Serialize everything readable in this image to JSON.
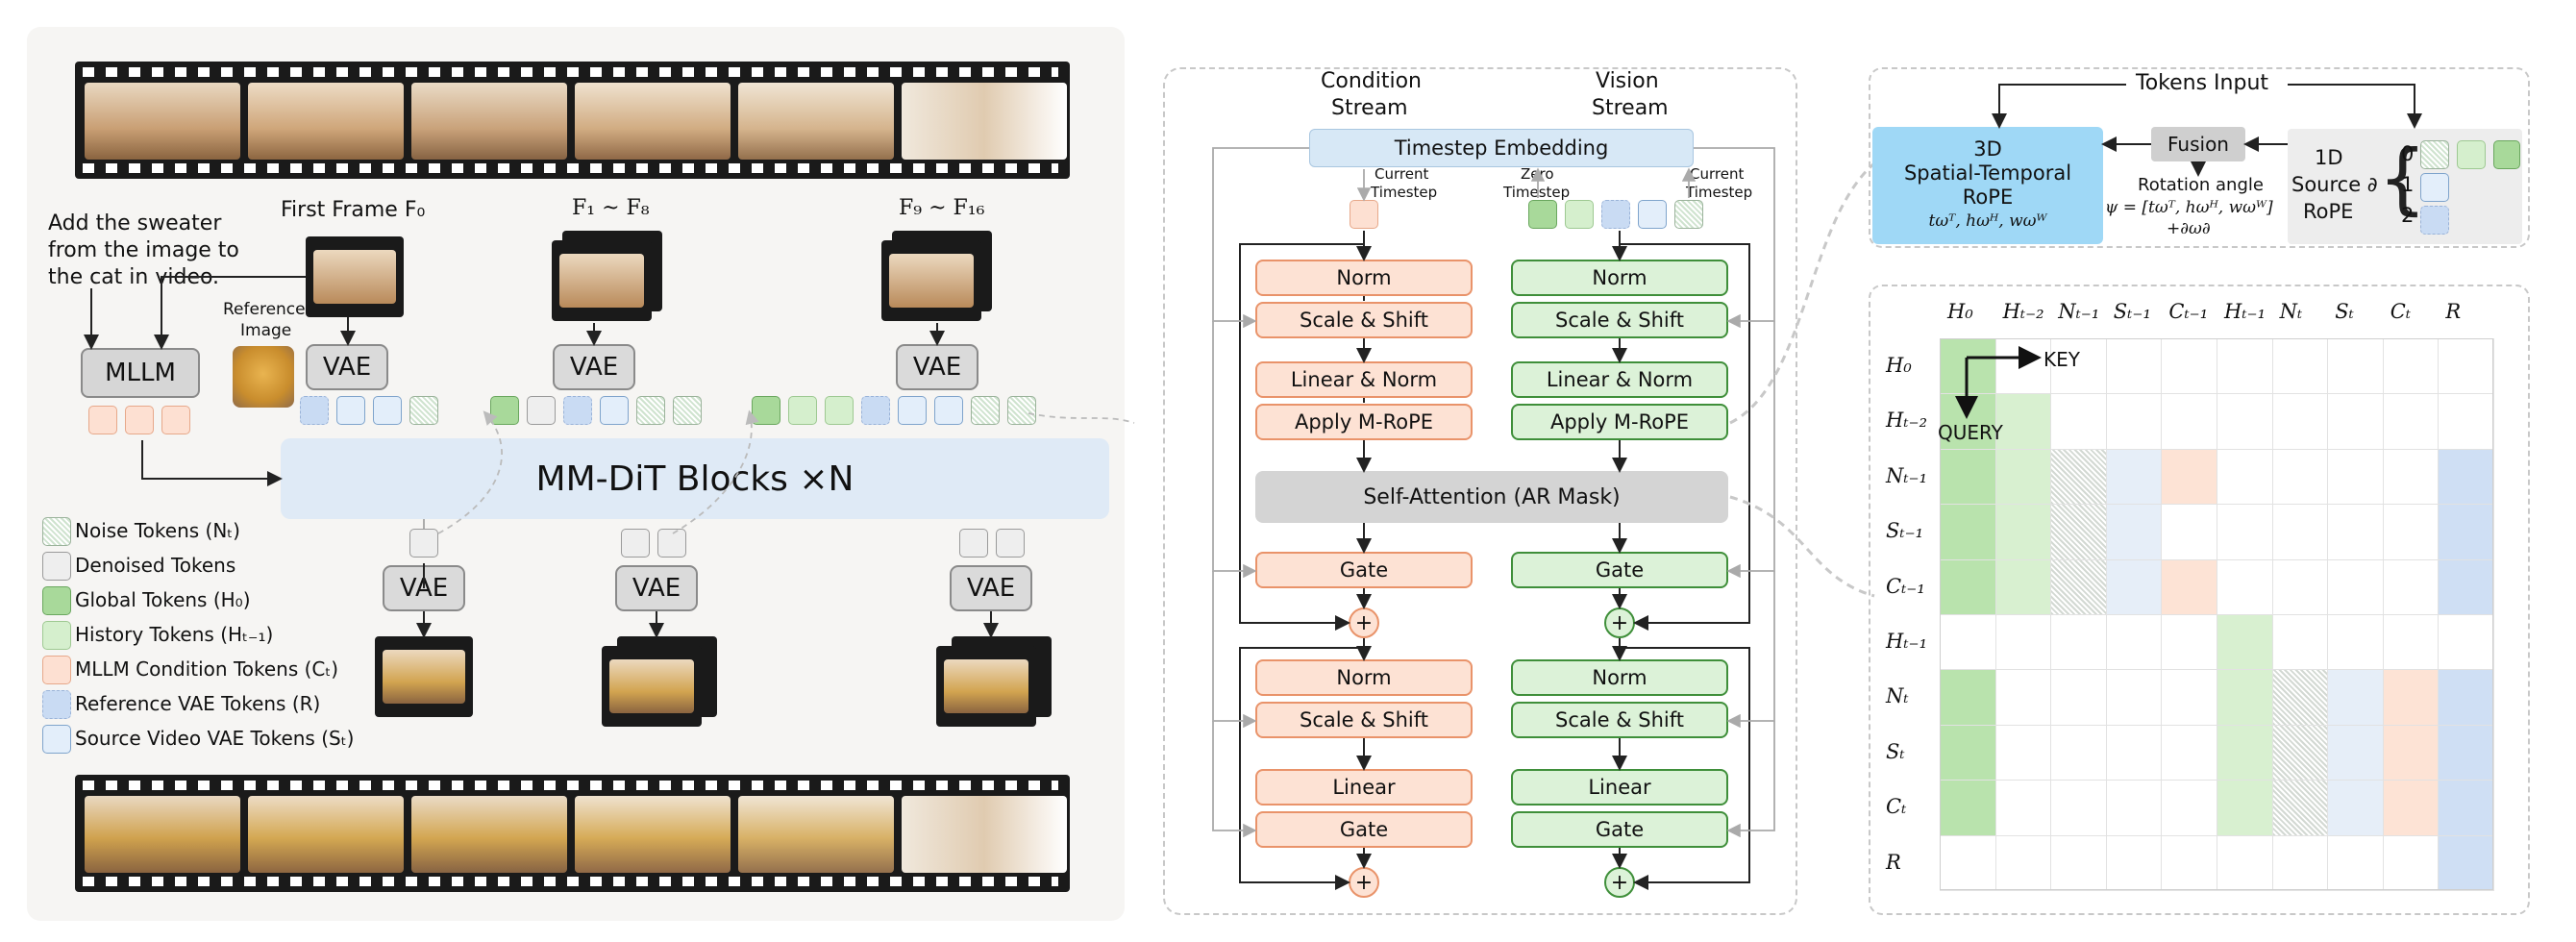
{
  "left": {
    "instruction": [
      "Add the sweater",
      "from the image to",
      "the cat in video."
    ],
    "first_frame": "First Frame F₀",
    "frames_1_8": "F₁ ~ F₈",
    "frames_9_16": "F₉ ~ F₁₆",
    "reference_image": [
      "Reference",
      "Image"
    ],
    "mllm": "MLLM",
    "vae": "VAE",
    "dit_label": "MM-DiT Blocks ×N",
    "legend": [
      {
        "label": "Noise Tokens (Nₜ)",
        "kind": "noise"
      },
      {
        "label": "Denoised Tokens",
        "kind": "denoised"
      },
      {
        "label": "Global Tokens (H₀)",
        "kind": "global"
      },
      {
        "label": "History Tokens (Hₜ₋₁)",
        "kind": "history"
      },
      {
        "label": "MLLM Condition Tokens (Cₜ)",
        "kind": "mllm"
      },
      {
        "label": "Reference VAE Tokens (R)",
        "kind": "reference"
      },
      {
        "label": "Source Video VAE Tokens (Sₜ)",
        "kind": "source"
      }
    ]
  },
  "block": {
    "condition_stream": [
      "Condition",
      "Stream"
    ],
    "vision_stream": [
      "Vision",
      "Stream"
    ],
    "timestep_embedding": "Timestep Embedding",
    "current_timestep": [
      "Current",
      "Timestep"
    ],
    "zero_timestep": [
      "Zero",
      "Timestep"
    ],
    "norm": "Norm",
    "scale_shift": "Scale & Shift",
    "linear_norm": "Linear & Norm",
    "apply_mrope": "Apply M-RoPE",
    "self_attention": "Self-Attention (AR Mask)",
    "gate": "Gate",
    "linear": "Linear",
    "plus": "+"
  },
  "rope": {
    "tokens_input": "Tokens Input",
    "fusion": "Fusion",
    "spatial_temporal": [
      "3D",
      "Spatial-Temporal",
      "RoPE"
    ],
    "st_formula": "tωᵀ, hωᴴ, wωᵂ",
    "rotation_angle": "Rotation angle",
    "psi_formula": "ψ = [tωᵀ, hωᴴ, wωᵂ]",
    "psi_tail": "+∂ω∂",
    "source_rope": [
      "1D",
      "Source ∂",
      "RoPE"
    ],
    "source_indices": [
      "0",
      "1",
      "2"
    ]
  },
  "mask": {
    "col_labels": [
      "H₀",
      "Hₜ₋₂",
      "Nₜ₋₁",
      "Sₜ₋₁",
      "Cₜ₋₁",
      "Hₜ₋₁",
      "Nₜ",
      "Sₜ",
      "Cₜ",
      "R"
    ],
    "row_labels": [
      "H₀",
      "Hₜ₋₂",
      "Nₜ₋₁",
      "Sₜ₋₁",
      "Cₜ₋₁",
      "Hₜ₋₁",
      "Nₜ",
      "Sₜ",
      "Cₜ",
      "R"
    ],
    "key_label": "KEY",
    "query_label": "QUERY"
  },
  "colors": {
    "orange_fill": "#fde2d4",
    "orange_border": "#e9936a",
    "green_fill": "#dcf2d8",
    "green_border": "#3f8f3a",
    "light_blue": "#d6eaf8",
    "panel_bg": "#f6f6f4",
    "mask_global": "#b9e3ad",
    "mask_history": "#d8f0d0",
    "mask_mllm": "#fde3d5",
    "mask_ref": "#cfdff4",
    "mask_src": "#e6eef8"
  }
}
